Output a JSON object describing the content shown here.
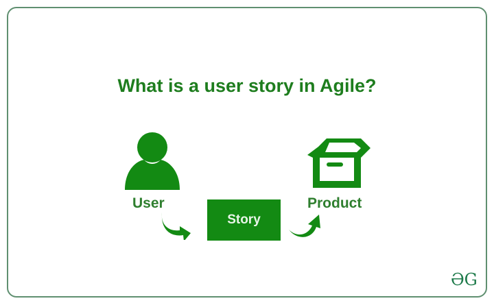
{
  "title": "What is a user story in Agile?",
  "nodes": {
    "user": {
      "label": "User",
      "icon": "user-icon"
    },
    "story": {
      "label": "Story"
    },
    "product": {
      "label": "Product",
      "icon": "box-icon"
    }
  },
  "arrows": [
    "curved-arrow-user-to-story",
    "curved-arrow-story-to-product"
  ],
  "logo": {
    "text": "ƏG",
    "icon": "gfg-logo-icon"
  },
  "colors": {
    "primary": "#138a13",
    "text": "#1e7d1e",
    "border": "#5f8f70"
  }
}
